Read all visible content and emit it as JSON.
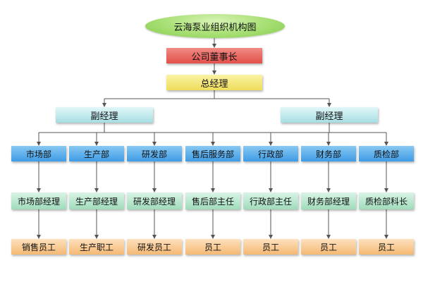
{
  "title": "云海泵业组织机构图",
  "chairman": "公司董事长",
  "general_manager": "总经理",
  "deputies": [
    "副经理",
    "副经理"
  ],
  "departments": [
    {
      "name": "市场部",
      "head": "市场部经理",
      "staff": "销售员工"
    },
    {
      "name": "生产部",
      "head": "生产部经理",
      "staff": "生产职工"
    },
    {
      "name": "研发部",
      "head": "研发部经理",
      "staff": "研发员工"
    },
    {
      "name": "售后服务部",
      "head": "售后部主任",
      "staff": "员工"
    },
    {
      "name": "行政部",
      "head": "行政部主任",
      "staff": "员工"
    },
    {
      "name": "财务部",
      "head": "财务部经理",
      "staff": "员工"
    },
    {
      "name": "质检部",
      "head": "质检部科长",
      "staff": "员工"
    }
  ],
  "colors": {
    "title": "#a6df72",
    "chairman": "#e34f49",
    "general_manager": "#eedd5a",
    "deputy": "#a6dde2",
    "department": "#3f9ce6",
    "manager": "#9fdcbb",
    "staff": "#f5b874",
    "connector": "#555555"
  }
}
